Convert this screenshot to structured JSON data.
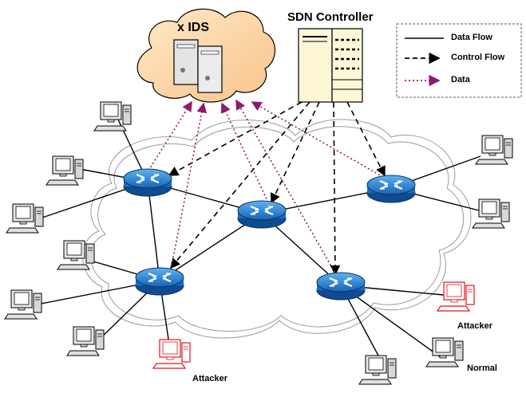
{
  "labels": {
    "ids": "x IDS",
    "controller": "SDN Controller",
    "attacker_bottom": "Attacker",
    "attacker_right": "Attacker",
    "normal": "Normal"
  },
  "legend": {
    "data_flow": "Data Flow",
    "control_flow": "Control Flow",
    "data": "Data"
  },
  "colors": {
    "cloud_ids": "#fcd9a8",
    "router": "#2a7fd4",
    "data_arrow": "#8e1a6e",
    "attacker": "#e0141e"
  }
}
